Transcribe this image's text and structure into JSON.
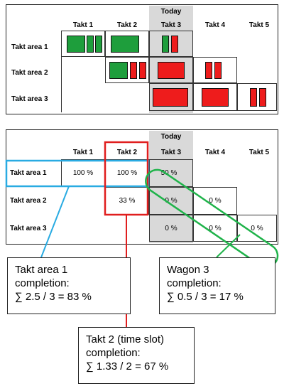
{
  "top_panel": {
    "today_label": "Today",
    "takts": [
      "Takt 1",
      "Takt 2",
      "Takt 3",
      "Takt 4",
      "Takt 5"
    ],
    "areas": [
      "Takt area 1",
      "Takt area 2",
      "Takt area 3"
    ],
    "colors": {
      "done": "#1e9e3c",
      "open": "#ee1c1c",
      "today_band": "#d9d9d9"
    }
  },
  "bottom_panel": {
    "today_label": "Today",
    "takts": [
      "Takt 1",
      "Takt 2",
      "Takt 3",
      "Takt 4",
      "Takt 5"
    ],
    "areas": [
      "Takt area 1",
      "Takt area 2",
      "Takt area 3"
    ],
    "rows": [
      [
        "100 %",
        "100 %",
        "50 %",
        "",
        ""
      ],
      [
        "",
        "33 %",
        "0 %",
        "0 %",
        ""
      ],
      [
        "",
        "",
        "0 %",
        "0 %",
        "0 %"
      ]
    ],
    "colors": {
      "area_highlight": "#29abe2",
      "takt_highlight": "#e01e1e",
      "wagon_highlight": "#1fb34a"
    }
  },
  "callouts": {
    "area": [
      "Takt area 1",
      "completion:",
      "∑ 2.5 / 3 = 83 %"
    ],
    "wagon": [
      "Wagon 3",
      "completion:",
      "∑ 0.5 / 3 = 17 %"
    ],
    "takt": [
      "Takt 2 (time slot)",
      "completion:",
      "∑ 1.33 / 2 = 67 %"
    ]
  }
}
